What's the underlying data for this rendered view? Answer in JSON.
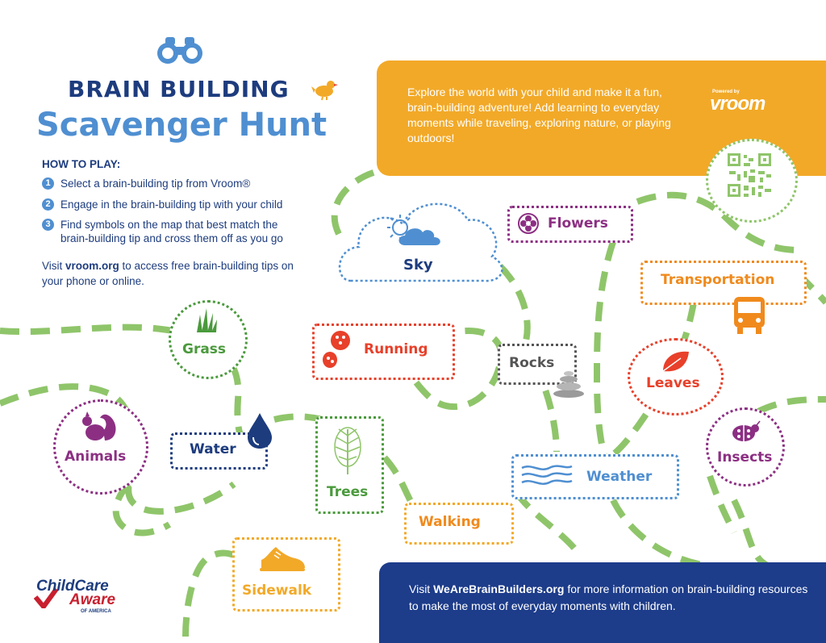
{
  "header": {
    "title_line1": "BRAIN BUILDING",
    "title_line2": "Scavenger Hunt",
    "how_to_play": "HOW TO PLAY:"
  },
  "steps": [
    {
      "num": "1",
      "text": "Select a brain-building tip from Vroom®"
    },
    {
      "num": "2",
      "text": "Engage in the brain-building tip with your child"
    },
    {
      "num": "3",
      "text": "Find symbols on the map that best match the brain-building tip and cross them off as you go"
    }
  ],
  "visit": {
    "prefix": "Visit ",
    "link": "vroom.org",
    "suffix": " to access free brain-building tips on your phone or online."
  },
  "intro_box": {
    "text": "Explore the world with your child and make it a fun, brain-building adventure!  Add learning to everyday moments while traveling, exploring nature, or playing outdoors!",
    "powered_by": "Powered by",
    "brand": "vroom"
  },
  "footer_box": {
    "prefix": "Visit ",
    "link": "WeAreBrainBuilders.org",
    "suffix": " for more information on brain-building resources to make the most of everyday moments with children."
  },
  "logo": {
    "line1": "ChildCare",
    "line2": "Aware",
    "line3": "OF AMERICA"
  },
  "items": {
    "sky": "Sky",
    "flowers": "Flowers",
    "transportation": "Transportation",
    "grass": "Grass",
    "running": "Running",
    "rocks": "Rocks",
    "leaves": "Leaves",
    "animals": "Animals",
    "water": "Water",
    "trees": "Trees",
    "weather": "Weather",
    "insects": "Insects",
    "walking": "Walking",
    "sidewalk": "Sidewalk"
  },
  "colors": {
    "navy": "#1d3c7e",
    "blue": "#4f8fd1",
    "orange": "#f2a928",
    "path_green": "#8fc56a",
    "green": "#4a9a3c",
    "purple": "#8c2f83",
    "red": "#e8402a",
    "text_orange": "#f08a1d",
    "gray": "#555555"
  }
}
